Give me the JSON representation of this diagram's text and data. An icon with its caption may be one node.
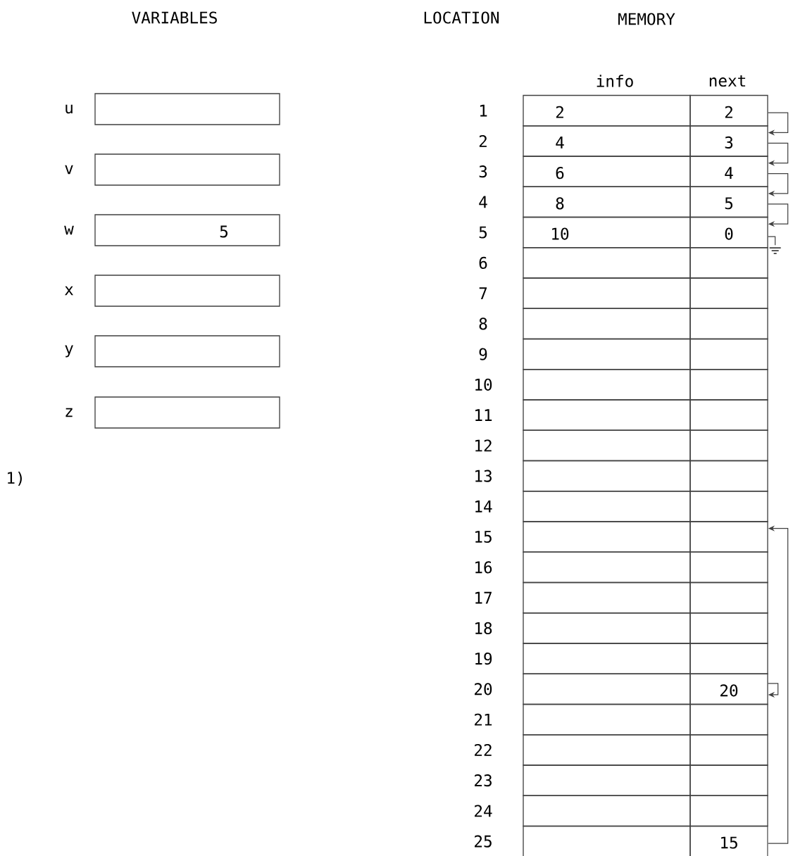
{
  "diagram": {
    "nodes": [
      {
        "text": [],
        "shape": "box",
        "beside": [
          "u"
        ]
      },
      {
        "text": [],
        "shape": "box",
        "beside": [
          "v"
        ]
      },
      {
        "text": [
          "5"
        ],
        "beside": [
          "w"
        ]
      },
      {
        "text": [],
        "shape": "box",
        "beside": [
          "x"
        ]
      },
      {
        "text": [],
        "shape": "box",
        "beside": [
          "y"
        ]
      },
      {
        "text": [],
        "shape": "box",
        "beside": [
          "z"
        ]
      },
      {
        "text": [
          "2"
        ],
        "beside": [
          "1"
        ]
      },
      {
        "text": [
          "2"
        ]
      },
      {
        "text": [
          "4"
        ],
        "beside": [
          "2"
        ]
      },
      {
        "text": [
          "3"
        ]
      },
      {
        "text": [
          "6"
        ],
        "beside": [
          "3"
        ]
      },
      {
        "text": [
          "4"
        ]
      },
      {
        "text": [
          "8"
        ],
        "beside": [
          "4"
        ]
      },
      {
        "text": [
          "5"
        ]
      },
      {
        "text": [
          "10"
        ],
        "beside": [
          "5"
        ]
      },
      {
        "text": [
          "0"
        ]
      },
      {
        "text": [],
        "shape": "box",
        "beside": [
          "6"
        ]
      },
      {
        "text": [],
        "shape": "box"
      },
      {
        "text": [],
        "shape": "box",
        "beside": [
          "7"
        ]
      },
      {
        "text": [],
        "shape": "box"
      },
      {
        "text": [],
        "shape": "box",
        "beside": [
          "8"
        ]
      },
      {
        "text": [],
        "shape": "box"
      },
      {
        "text": [],
        "shape": "box",
        "beside": [
          "9"
        ]
      },
      {
        "text": [],
        "shape": "box"
      },
      {
        "text": [],
        "shape": "box",
        "beside": [
          "10"
        ]
      },
      {
        "text": [],
        "shape": "box"
      },
      {
        "text": [],
        "shape": "box",
        "beside": [
          "11"
        ]
      },
      {
        "text": [],
        "shape": "box"
      },
      {
        "text": [],
        "shape": "box",
        "beside": [
          "12"
        ]
      },
      {
        "text": [],
        "shape": "box"
      },
      {
        "text": [],
        "shape": "box",
        "beside": [
          "13"
        ]
      },
      {
        "text": [],
        "shape": "box"
      },
      {
        "text": [],
        "shape": "box",
        "beside": [
          "14"
        ]
      },
      {
        "text": [],
        "shape": "box"
      },
      {
        "text": [],
        "shape": "box",
        "beside": [
          "15"
        ]
      },
      {
        "text": [],
        "shape": "box"
      },
      {
        "text": [],
        "shape": "box",
        "beside": [
          "16"
        ]
      },
      {
        "text": [],
        "shape": "box"
      },
      {
        "text": [],
        "shape": "box",
        "beside": [
          "17"
        ]
      },
      {
        "text": [],
        "shape": "box"
      },
      {
        "text": [],
        "shape": "box",
        "beside": [
          "18"
        ]
      },
      {
        "text": [],
        "shape": "box"
      },
      {
        "text": [],
        "shape": "box",
        "beside": [
          "19"
        ]
      },
      {
        "text": [],
        "shape": "box"
      },
      {
        "text": [],
        "shape": "box",
        "beside": [
          "20"
        ]
      },
      {
        "text": [
          "20"
        ]
      },
      {
        "text": [],
        "shape": "box",
        "beside": [
          "21"
        ]
      },
      {
        "text": [],
        "shape": "box"
      },
      {
        "text": [],
        "shape": "box",
        "beside": [
          "22"
        ]
      },
      {
        "text": [],
        "shape": "box"
      },
      {
        "text": [],
        "shape": "box",
        "beside": [
          "23"
        ]
      },
      {
        "text": [],
        "shape": "box"
      },
      {
        "text": [],
        "shape": "box",
        "beside": [
          "24"
        ]
      },
      {
        "text": [],
        "shape": "box"
      },
      {
        "text": [],
        "shape": "box",
        "beside": [
          "25"
        ]
      },
      {
        "text": [
          "15"
        ]
      }
    ],
    "edges": [
      {
        "from": 7,
        "to": 9,
        "arrow": "to"
      },
      {
        "from": 9,
        "to": 11,
        "arrow": "to"
      },
      {
        "from": 11,
        "to": 13,
        "arrow": "to"
      },
      {
        "from": 13,
        "to": 15,
        "arrow": "to"
      },
      {
        "from": 15,
        "to": null,
        "arrow": "none"
      },
      {
        "from": 45,
        "to": 45,
        "arrow": "to"
      },
      {
        "from": 55,
        "to": 35,
        "arrow": "to"
      }
    ],
    "labels": [
      "VARIABLES",
      "LOCATION",
      "MEMORY",
      "info",
      "next",
      "1)"
    ]
  }
}
